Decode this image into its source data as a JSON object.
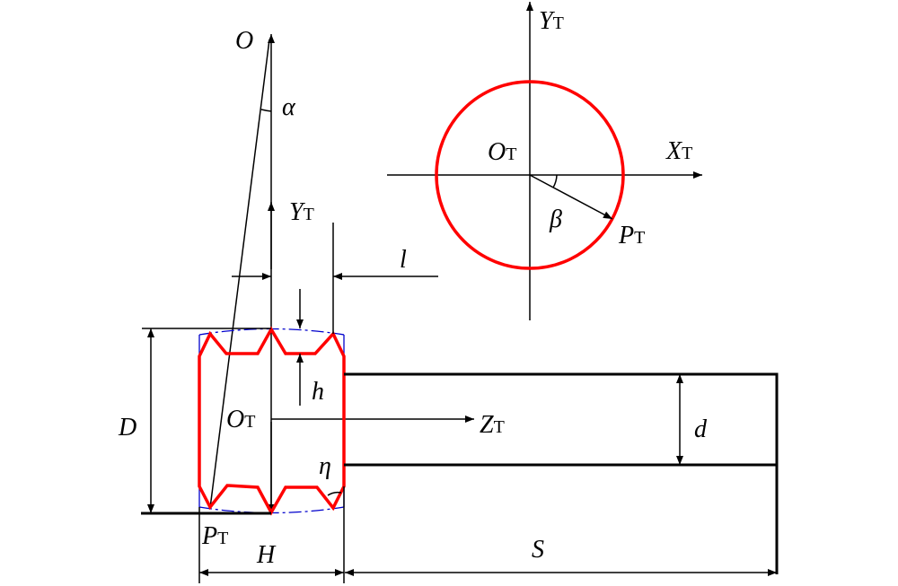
{
  "labels": {
    "O": "O",
    "alpha": "α",
    "Y_side": {
      "main": "Y",
      "sub": "T"
    },
    "l": "l",
    "h": "h",
    "D": "D",
    "O_side": {
      "main": "O",
      "sub": "T"
    },
    "Z": {
      "main": "Z",
      "sub": "T"
    },
    "d": "d",
    "eta": "η",
    "P_side": {
      "main": "P",
      "sub": "T"
    },
    "H": "H",
    "S": "S",
    "Y_top": {
      "main": "Y",
      "sub": "T"
    },
    "O_top": {
      "main": "O",
      "sub": "T"
    },
    "X_top": {
      "main": "X",
      "sub": "T"
    },
    "beta": "β",
    "P_top": {
      "main": "P",
      "sub": "T"
    }
  },
  "colors": {
    "profile": "#ff0000",
    "envelope": "#0000cc",
    "lines": "#000000"
  }
}
